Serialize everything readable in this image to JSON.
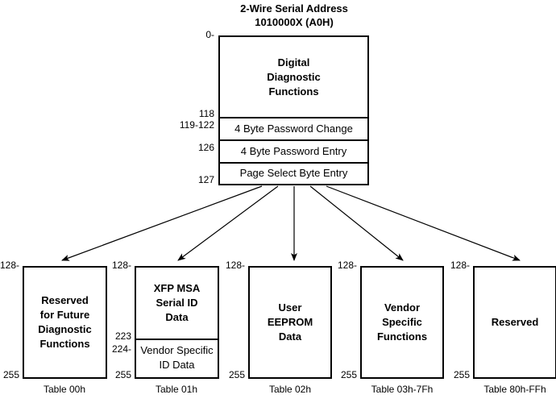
{
  "diagram": {
    "title_line1": "2-Wire Serial Address",
    "title_line2": "1010000X (A0H)",
    "main_box": {
      "name": "digital-diagnostic-functions",
      "text_lines": [
        "Digital",
        "Diagnostic",
        "Functions"
      ],
      "rows": [
        {
          "label": "4 Byte Password Change",
          "addr_start": "119-122"
        },
        {
          "label": "4 Byte Password Entry",
          "addr_start": "126"
        },
        {
          "label": "Page Select Byte Entry",
          "addr_start": "127"
        }
      ],
      "addr_top": "0-",
      "addr_diag_end": "118"
    },
    "tables": [
      {
        "name": "table-00h",
        "caption": "Table 00h",
        "addr_top": "128-",
        "addr_bottom": "255",
        "sections": [
          {
            "text_lines": [
              "Reserved",
              "for Future",
              "Diagnostic",
              "Functions"
            ],
            "bold": true
          }
        ]
      },
      {
        "name": "table-01h",
        "caption": "Table 01h",
        "addr_top": "128-",
        "addr_bottom": "255",
        "addr_mid_end": "223",
        "addr_mid_start": "224-",
        "sections": [
          {
            "text_lines": [
              "XFP MSA",
              "Serial ID",
              "Data"
            ],
            "bold": true
          },
          {
            "text_lines": [
              "Vendor Specific",
              "ID Data"
            ],
            "bold": false
          }
        ]
      },
      {
        "name": "table-02h",
        "caption": "Table 02h",
        "addr_top": "128-",
        "addr_bottom": "255",
        "sections": [
          {
            "text_lines": [
              "User",
              "EEPROM",
              "Data"
            ],
            "bold": true
          }
        ]
      },
      {
        "name": "table-03h-7fh",
        "caption": "Table 03h-7Fh",
        "addr_top": "128-",
        "addr_bottom": "255",
        "sections": [
          {
            "text_lines": [
              "Vendor",
              "Specific",
              "Functions"
            ],
            "bold": true
          }
        ]
      },
      {
        "name": "table-80h-ffh",
        "caption": "Table 80h-FFh",
        "addr_top": "128-",
        "addr_bottom": "255",
        "sections": [
          {
            "text_lines": [
              "Reserved"
            ],
            "bold": true
          }
        ]
      }
    ],
    "colors": {
      "line": "#000000",
      "background": "#ffffff"
    }
  }
}
